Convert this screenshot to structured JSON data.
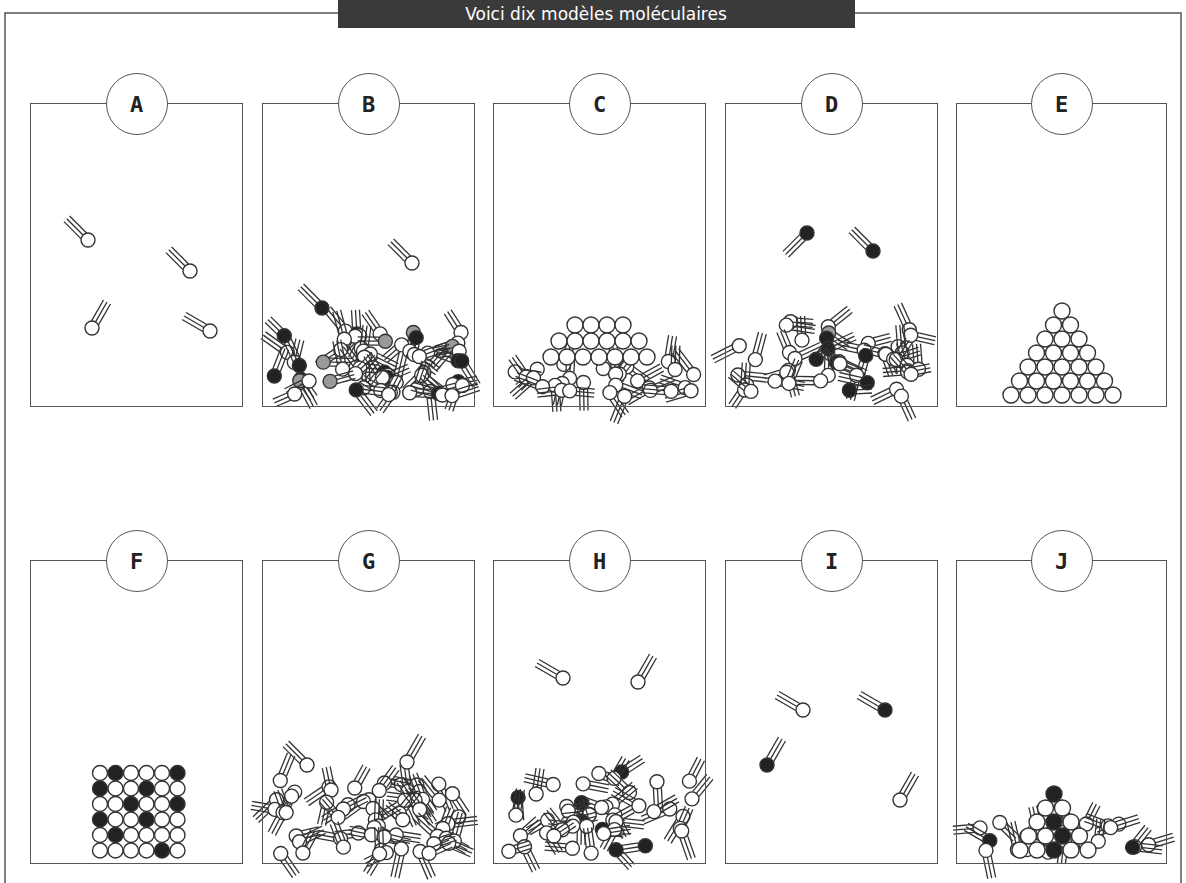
{
  "diagram": {
    "title": "Voici dix modèles moléculaires",
    "nodes": [
      {
        "text": [
          "A"
        ]
      },
      {
        "text": [
          "B"
        ]
      },
      {
        "text": [
          "C"
        ]
      },
      {
        "text": [
          "D"
        ]
      },
      {
        "text": [
          "E"
        ]
      },
      {
        "text": [
          "F"
        ]
      },
      {
        "text": [
          "G"
        ]
      },
      {
        "text": [
          "H"
        ]
      },
      {
        "text": [
          "I"
        ]
      },
      {
        "text": [
          "J"
        ]
      }
    ]
  }
}
